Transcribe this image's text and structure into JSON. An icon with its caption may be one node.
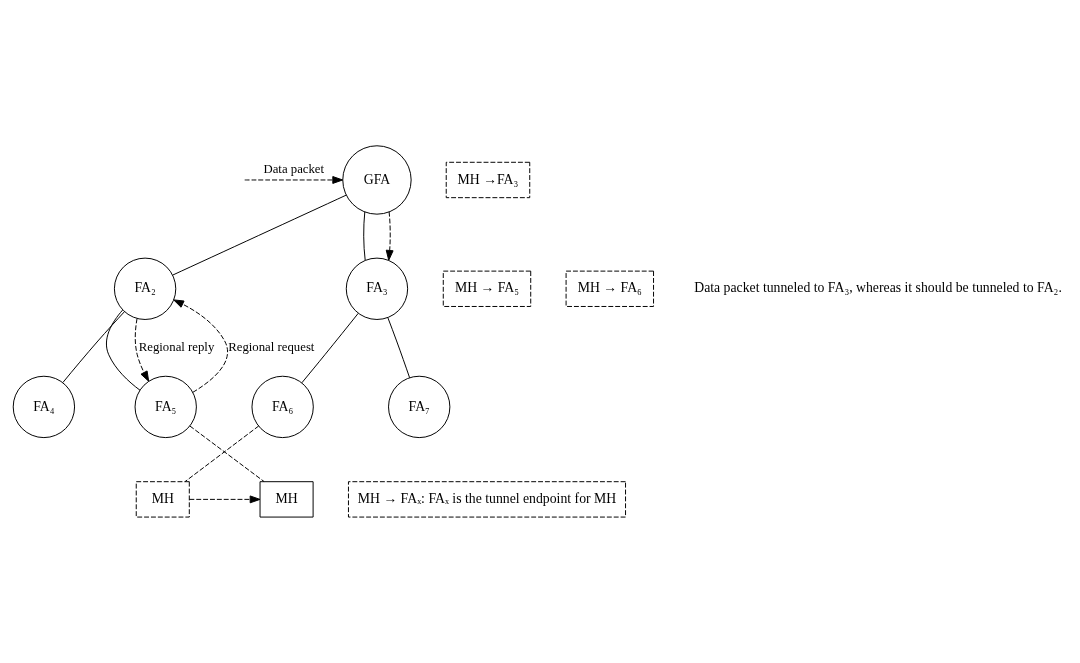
{
  "diagram": {
    "nodes": [
      {
        "text": [
          "GFA"
        ]
      },
      {
        "text": [
          "FA₂"
        ]
      },
      {
        "text": [
          "FA₃"
        ]
      },
      {
        "text": [
          "FA₄"
        ]
      },
      {
        "text": [
          "FA₅"
        ]
      },
      {
        "text": [
          "FA₆"
        ]
      },
      {
        "text": [
          "FA₇"
        ]
      },
      {
        "text": [
          "MH"
        ]
      },
      {
        "text": [
          "MH"
        ]
      },
      {
        "text": [
          "MH →FA₃"
        ]
      },
      {
        "text": [
          "MH → FA₅"
        ]
      },
      {
        "text": [
          "MH → FA₆"
        ]
      },
      {
        "text": [
          "MH → FAₓ: FAₓ is the tunnel endpoint for MH"
        ]
      }
    ],
    "edges": [
      {
        "from": null,
        "to": 0,
        "arrow": "to",
        "style": "dashed",
        "label": "Data packet"
      },
      {
        "from": 0,
        "to": 1,
        "arrow": "none"
      },
      {
        "from": 0,
        "to": 2,
        "arrow": "none"
      },
      {
        "from": 0,
        "to": 2,
        "arrow": "to",
        "style": "dashed"
      },
      {
        "from": 1,
        "to": 3,
        "arrow": "none"
      },
      {
        "from": 1,
        "to": 4,
        "arrow": "none"
      },
      {
        "from": 4,
        "to": 1,
        "arrow": "to",
        "style": "dashed",
        "label": "Regional request"
      },
      {
        "from": 1,
        "to": 4,
        "arrow": "to",
        "style": "dashed",
        "label": "Regional reply"
      },
      {
        "from": 2,
        "to": 5,
        "arrow": "none"
      },
      {
        "from": 2,
        "to": 6,
        "arrow": "none"
      },
      {
        "from": 4,
        "to": 7,
        "arrow": "none",
        "style": "dashed"
      },
      {
        "from": 5,
        "to": 8,
        "arrow": "none",
        "style": "dashed"
      },
      {
        "from": 8,
        "to": 7,
        "arrow": "to",
        "style": "dashed"
      }
    ],
    "labels": [
      "Data packet tunneled to FA₃, whereas it should be tunneled to FA₂."
    ]
  }
}
